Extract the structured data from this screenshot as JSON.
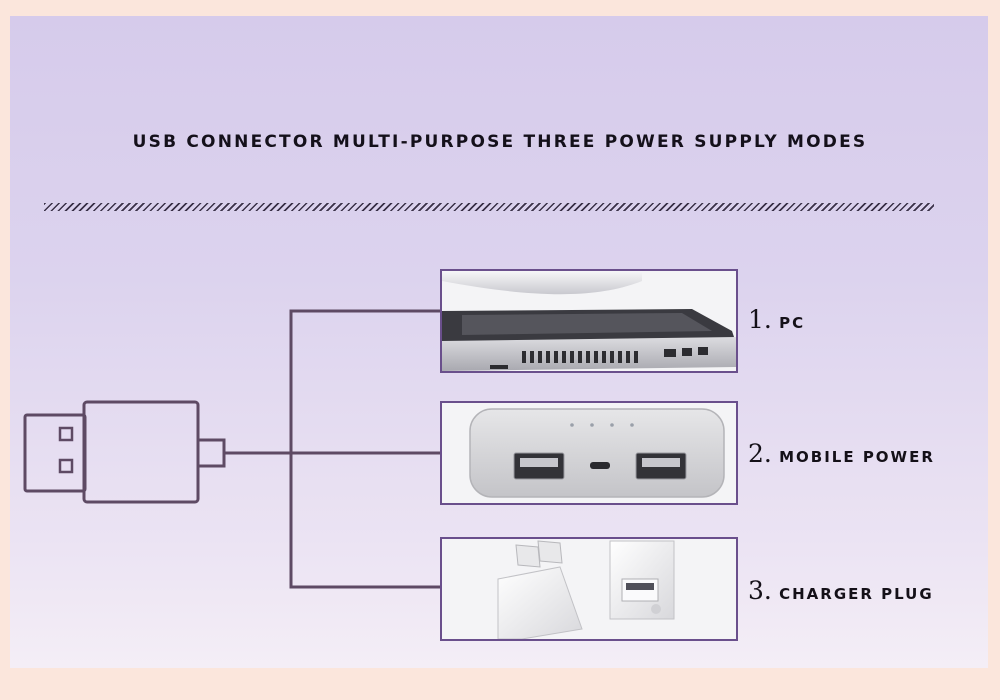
{
  "title": "USB CONNECTOR MULTI-PURPOSE THREE POWER SUPPLY MODES",
  "modes": [
    {
      "num": "1.",
      "label": "PC",
      "image": "laptop-photo"
    },
    {
      "num": "2.",
      "label": "MOBILE POWER",
      "image": "power-bank-photo"
    },
    {
      "num": "3.",
      "label": "CHARGER PLUG",
      "image": "charger-plug-photo"
    }
  ],
  "colors": {
    "background": "#fbe6dc",
    "panel_top": "#d6cbeb",
    "panel_bottom": "#f4eef6",
    "line": "#5e4a64",
    "frame": "#6a4f8c",
    "text": "#14101a"
  }
}
